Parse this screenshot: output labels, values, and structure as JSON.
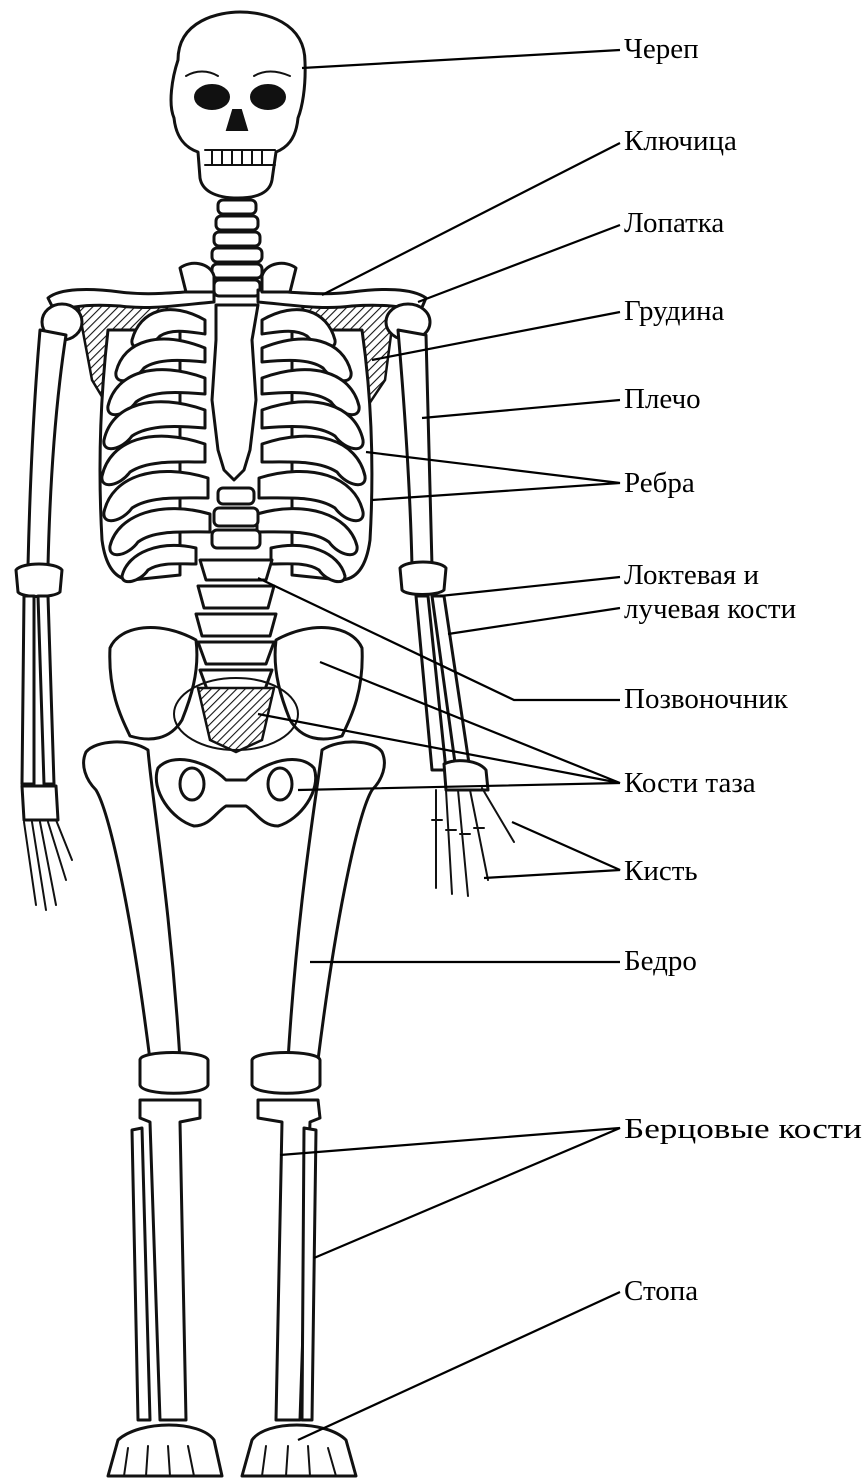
{
  "labels": {
    "skull": "Череп",
    "clavicle": "Ключица",
    "scapula": "Лопатка",
    "sternum": "Грудина",
    "humerus": "Плечо",
    "ribs": "Ребра",
    "forearm_line1": "Локтевая и",
    "forearm_line2": "лучевая кости",
    "spine": "Позвоночник",
    "pelvis": "Кости таза",
    "hand": "Кисть",
    "femur": "Бедро",
    "shin": "Берцовые кости",
    "foot": "Стопа"
  }
}
